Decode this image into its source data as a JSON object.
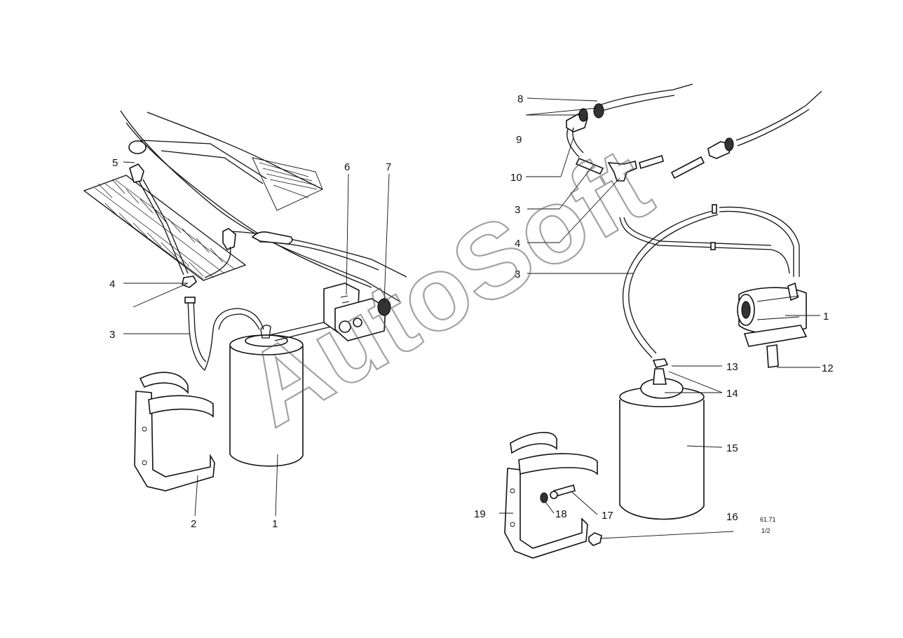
{
  "watermark": "AutoSoft",
  "callouts_left": {
    "c1": "1",
    "c2": "2",
    "c3": "3",
    "c4": "4",
    "c5": "5",
    "c6": "6",
    "c7": "7"
  },
  "callouts_right": {
    "c1": "1",
    "c3a": "3",
    "c3b": "3",
    "c4": "4",
    "c8": "8",
    "c9": "9",
    "c10": "10",
    "c12": "12",
    "c13": "13",
    "c14": "14",
    "c15": "15",
    "c16": "16",
    "c17": "17",
    "c18": "18",
    "c19": "19"
  },
  "code_line1": "61.71",
  "code_line2": "1/2"
}
